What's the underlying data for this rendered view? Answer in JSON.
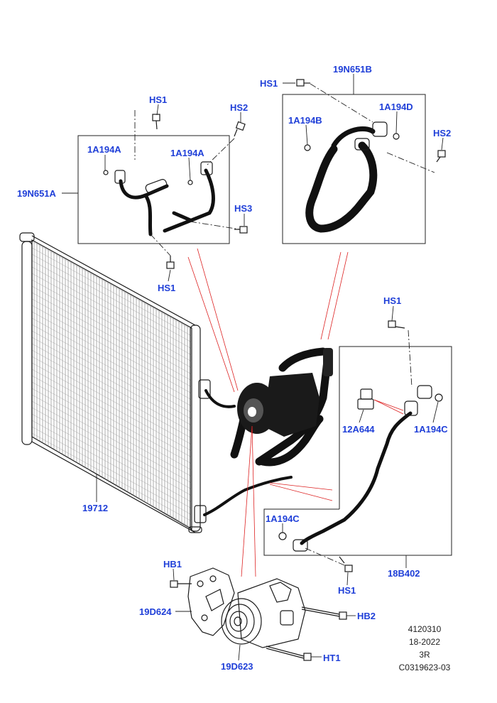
{
  "diagram": {
    "callouts": {
      "hs1_left_top": "HS1",
      "hs2_left": "HS2",
      "a194a_left": "1A194A",
      "a194a_right": "1A194A",
      "n651a": "19N651A",
      "hs3": "HS3",
      "hs1_left_bottom": "HS1",
      "hs1_right_top": "HS1",
      "n651b": "19N651B",
      "a194b": "1A194B",
      "a194d": "1A194D",
      "hs2_right": "HS2",
      "hs1_mid": "HS1",
      "a644": "12A644",
      "a194c_right": "1A194C",
      "a194c_left": "1A194C",
      "b402": "18B402",
      "hs1_bottom": "HS1",
      "p19712": "19712",
      "hb1": "HB1",
      "d624": "19D624",
      "hb2": "HB2",
      "d623": "19D623",
      "ht1": "HT1"
    },
    "reference": {
      "line1": "4120310",
      "line2": "18-2022",
      "line3": "3R",
      "line4": "C0319623-03"
    },
    "colors": {
      "callout": "#1f3fd8",
      "leader": "#d22222",
      "line": "#1a1a1a"
    }
  }
}
